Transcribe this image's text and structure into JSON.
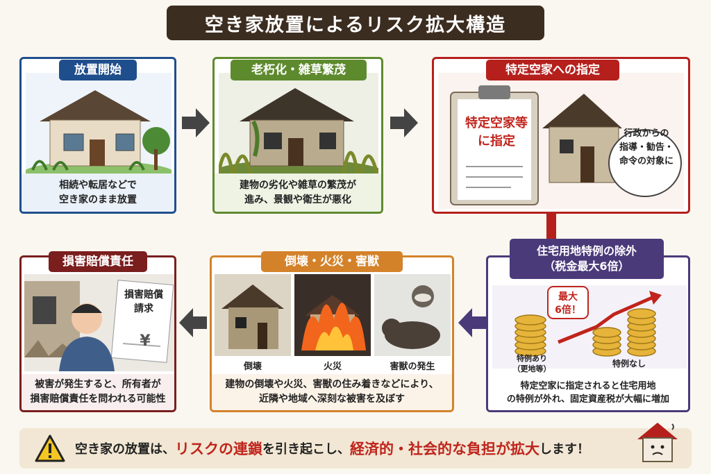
{
  "title": "空き家放置によるリスク拡大構造",
  "colors": {
    "blue": "#1f4e8c",
    "green": "#5e8a2e",
    "red": "#b5201d",
    "purple": "#4b3a7a",
    "orange": "#d4822a",
    "darkred": "#7a1e1e",
    "dark": "#3c2d21"
  },
  "steps": {
    "s1": {
      "label": "放置開始",
      "caption": "相続や転居などで\n空き家のまま放置"
    },
    "s2": {
      "label": "老朽化・雑草繁茂",
      "caption": "建物の劣化や雑草の繁茂が\n進み、景観や衛生が悪化"
    },
    "s3": {
      "label": "特定空家への指定",
      "doc": "特定空家等\nに指定",
      "bubble": "行政からの\n指導・勧告・\n命令の対象に"
    },
    "s4": {
      "label": "住宅用地特例の除外\n（税金最大6倍）",
      "badge": "最大\n6倍！",
      "left_label": "特例あり\n（更地等）",
      "right_label": "特例なし",
      "caption": "特定空家に指定されると住宅用地\nの特例が外れ、固定資産税が大幅に増加"
    },
    "s5": {
      "label": "倒壊・火災・害獣",
      "sub1": "倒壊",
      "sub2": "火災",
      "sub3": "害獣の発生",
      "caption": "建物の倒壊や火災、害獣の住み着きなどにより、\n近隣や地域へ深刻な被害を及ぼす"
    },
    "s6": {
      "label": "損害賠償責任",
      "doc": "損害賠償\n請求",
      "yen": "¥",
      "caption": "被害が発生すると、所有者が\n損害賠償責任を問われる可能性"
    }
  },
  "bottom": {
    "t1": "空き家の放置は、",
    "t2": "リスクの連鎖",
    "t3": "を引き起こし、",
    "t4": "経済的・社会的な負担が拡大",
    "t5": "します！"
  },
  "icons": {
    "warning": "warning-icon",
    "house": "worried-house-icon"
  }
}
